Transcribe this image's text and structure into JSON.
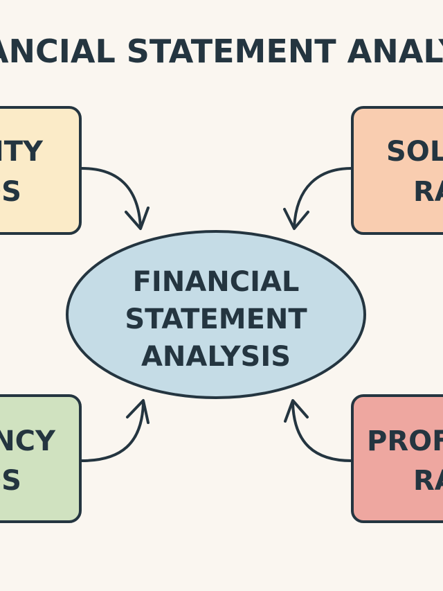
{
  "title": "FINANCIAL STATEMENT ANALYSIS",
  "center": {
    "line1": "FINANCIAL",
    "line2": "STATEMENT",
    "line3": "ANALYSIS"
  },
  "nodes": {
    "liquidity": {
      "line1": "LIQUIDITY",
      "line2": "RATIOS"
    },
    "solvency": {
      "line1": "SOLVENCY",
      "line2": "RATIOS"
    },
    "efficiency": {
      "line1": "EFFICIENCY",
      "line2": "RATIOS"
    },
    "profitability": {
      "line1": "PROFITABILITY",
      "line2": "RATIOS"
    }
  },
  "colors": {
    "background": "#faf6f0",
    "outline": "#243540",
    "center": "#c5dce6",
    "liquidity": "#fbebc8",
    "solvency": "#f9cdb0",
    "efficiency": "#d0e2c0",
    "profitability": "#eea7a0"
  }
}
